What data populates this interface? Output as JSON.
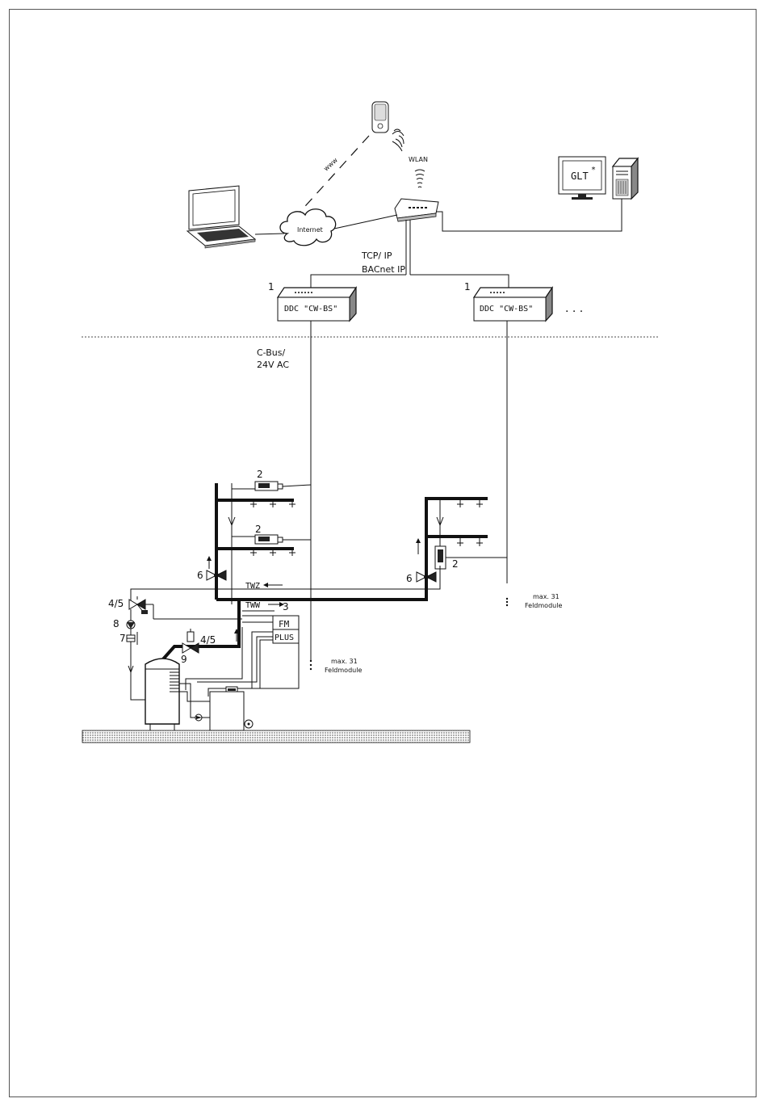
{
  "labels": {
    "wlan": "WLAN",
    "www": "www",
    "internet": "Internet",
    "glt": "GLT",
    "glt_star": "*",
    "tcp_ip": "TCP/ IP",
    "bacnet_ip": "BACnet IP",
    "ddc_left": "DDC \"CW-BS\"",
    "ddc_right": "DDC \"CW-BS\"",
    "ellipsis": ". . .",
    "cbus": "C-Bus/",
    "voltage": "24V AC",
    "twz": "TWZ",
    "tww": "TWW",
    "fm": "FM",
    "plus": "PLUS",
    "max_left_line1": "max. 31",
    "max_left_line2": "Feldmodule",
    "max_right_line1": "max. 31",
    "max_right_line2": "Feldmodule"
  },
  "callouts": {
    "ddc_left_num": "1",
    "ddc_right_num": "1",
    "module_top_num": "2",
    "module_mid_num": "2",
    "module_right_num": "2",
    "fm_num": "3",
    "valve_left_num": "6",
    "valve_right_num": "6",
    "valve_top_num": "4/5",
    "valve_bottom_num": "4/5",
    "pump_num": "8",
    "valve7_num": "7",
    "tank_num": "9"
  },
  "icons": {
    "phone": "smartphone-icon",
    "laptop": "laptop-icon",
    "cloud": "cloud-icon",
    "router": "router-icon",
    "monitor": "monitor-icon",
    "tower": "pc-tower-icon",
    "signal": "wireless-signal-icon"
  }
}
